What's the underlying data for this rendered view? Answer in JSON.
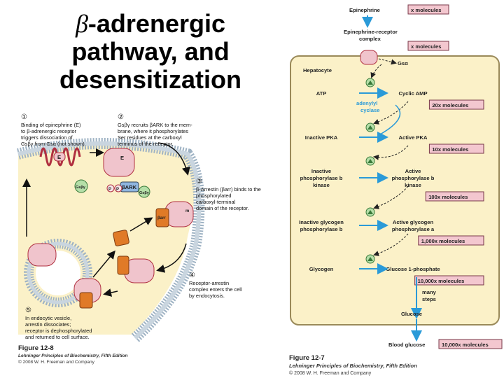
{
  "slide": {
    "title_symbol": "β",
    "title_line1": "-adrenergic",
    "title_line2": "pathway, and",
    "title_line3": "desensitization"
  },
  "left_figure": {
    "steps": [
      {
        "num": "①",
        "lines": [
          "Binding of epinephrine (E)",
          "to β-adrenergic receptor",
          "triggers dissociation of",
          "Gsβγ from Gsα (not shown)."
        ]
      },
      {
        "num": "②",
        "lines": [
          "Gsβγ recruits βARK to the mem-",
          "brane, where it phosphorylates",
          "Ser residues at the carboxyl",
          "terminus of the receptor."
        ]
      },
      {
        "num": "③",
        "lines": [
          "β-Arrestin (βarr) binds to the",
          "phosphorylated",
          "carboxyl-terminal",
          "domain of the receptor."
        ]
      },
      {
        "num": "④",
        "lines": [
          "Receptor-arrestin",
          "complex enters the cell",
          "by endocytosis."
        ]
      },
      {
        "num": "⑤",
        "lines": [
          "In endocytic vesicle,",
          "arrestin dissociates;",
          "receptor is dephosphorylated",
          "and returned to cell surface."
        ]
      }
    ],
    "labels": {
      "E": "E",
      "gsbg": "Gsβγ",
      "bark": "βARK",
      "P": "P",
      "barr": "βarr",
      "m": "m"
    },
    "caption": {
      "fig": "Figure 12-8",
      "book": "Lehninger Principles of Biochemistry, Fifth Edition",
      "copyright": "© 2008 W. H. Freeman and Company"
    }
  },
  "right_figure": {
    "top": {
      "epinephrine": "Epinephrine",
      "x1": "x molecules",
      "complex_line1": "Epinephrine-receptor",
      "complex_line2": "complex",
      "x2": "x molecules",
      "gsa": "Gsα"
    },
    "cell_label": "Hepatocyte",
    "rows": [
      {
        "left": [
          "ATP"
        ],
        "right": [
          "Cyclic AMP"
        ],
        "amount": "20x molecules"
      },
      {
        "left": [
          "Inactive PKA"
        ],
        "right": [
          "Active PKA"
        ],
        "amount": "10x molecules"
      },
      {
        "left": [
          "Inactive",
          "phosphorylase b",
          "kinase"
        ],
        "right": [
          "Active",
          "phosphorylase b",
          "kinase"
        ],
        "amount": "100x molecules"
      },
      {
        "left": [
          "Inactive glycogen",
          "phosphorylase b"
        ],
        "right": [
          "Active glycogen",
          "phosphorylase a"
        ],
        "amount": "1,000x molecules"
      },
      {
        "left": [
          "Glycogen"
        ],
        "right": [
          "Glucose 1-phosphate"
        ],
        "amount": "10,000x molecules"
      }
    ],
    "enzyme": [
      "adenylyl",
      "cyclase"
    ],
    "many_steps": [
      "many",
      "steps"
    ],
    "glucose": "Glucose",
    "blood_glucose": "Blood glucose",
    "blood_amount": "10,000x molecules",
    "caption": {
      "fig": "Figure 12-7",
      "book": "Lehninger Principles of Biochemistry, Fifth Edition",
      "copyright": "© 2008 W. H. Freeman and Company"
    }
  },
  "colors": {
    "cell_fill": "#fbf1c8",
    "membrane": "#9fb3c4",
    "receptor": "#f0c4cc",
    "receptor_stroke": "#b03040",
    "arrow_blue": "#2a9ad8",
    "amount_box": "#f3c7cf",
    "g_protein": "#b5dfa8",
    "arrestin": "#e07a27"
  }
}
